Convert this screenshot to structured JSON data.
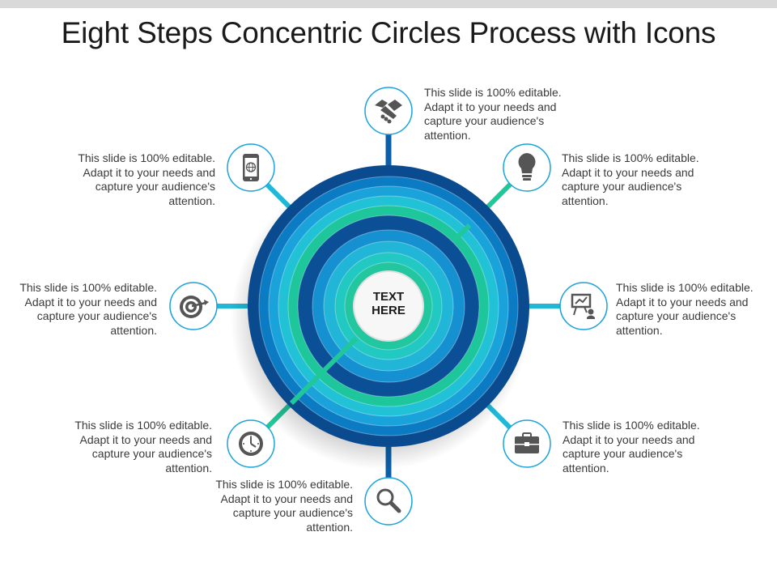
{
  "title": "Eight Steps Concentric Circles Process with Icons",
  "center": {
    "line1": "TEXT",
    "line2": "HERE"
  },
  "steps": [
    {
      "icon": "handshake-icon",
      "text": "This slide is 100% editable. Adapt it to your needs and capture your audience's attention."
    },
    {
      "icon": "lightbulb-icon",
      "text": "This slide is 100% editable. Adapt it to your needs and capture your audience's attention."
    },
    {
      "icon": "presentation-icon",
      "text": "This slide is 100% editable. Adapt it to your needs and capture your audience's attention."
    },
    {
      "icon": "briefcase-icon",
      "text": "This slide is 100% editable. Adapt it to your needs and capture your audience's attention."
    },
    {
      "icon": "search-icon",
      "text": "This slide is 100% editable. Adapt it to your needs and capture your audience's attention."
    },
    {
      "icon": "clock-icon",
      "text": "This slide is 100% editable. Adapt it to your needs and capture your audience's attention."
    },
    {
      "icon": "target-icon",
      "text": "This slide is 100% editable. Adapt it to your needs and capture your audience's attention."
    },
    {
      "icon": "mobile-globe-icon",
      "text": "This slide is 100% editable. Adapt it to your needs and capture your audience's attention."
    }
  ],
  "colors": {
    "ring_outer": "#0a4a8e",
    "ring_blue": "#0b7bc4",
    "ring_light": "#1aa3da",
    "ring_cyan": "#21c2d6",
    "ring_green": "#1ec79b",
    "connector_blue": "#0b5fa8",
    "connector_cyan": "#1fb8d6",
    "connector_green": "#20c799",
    "icon_border": "#1aa3da",
    "icon_fill": "#555555"
  }
}
